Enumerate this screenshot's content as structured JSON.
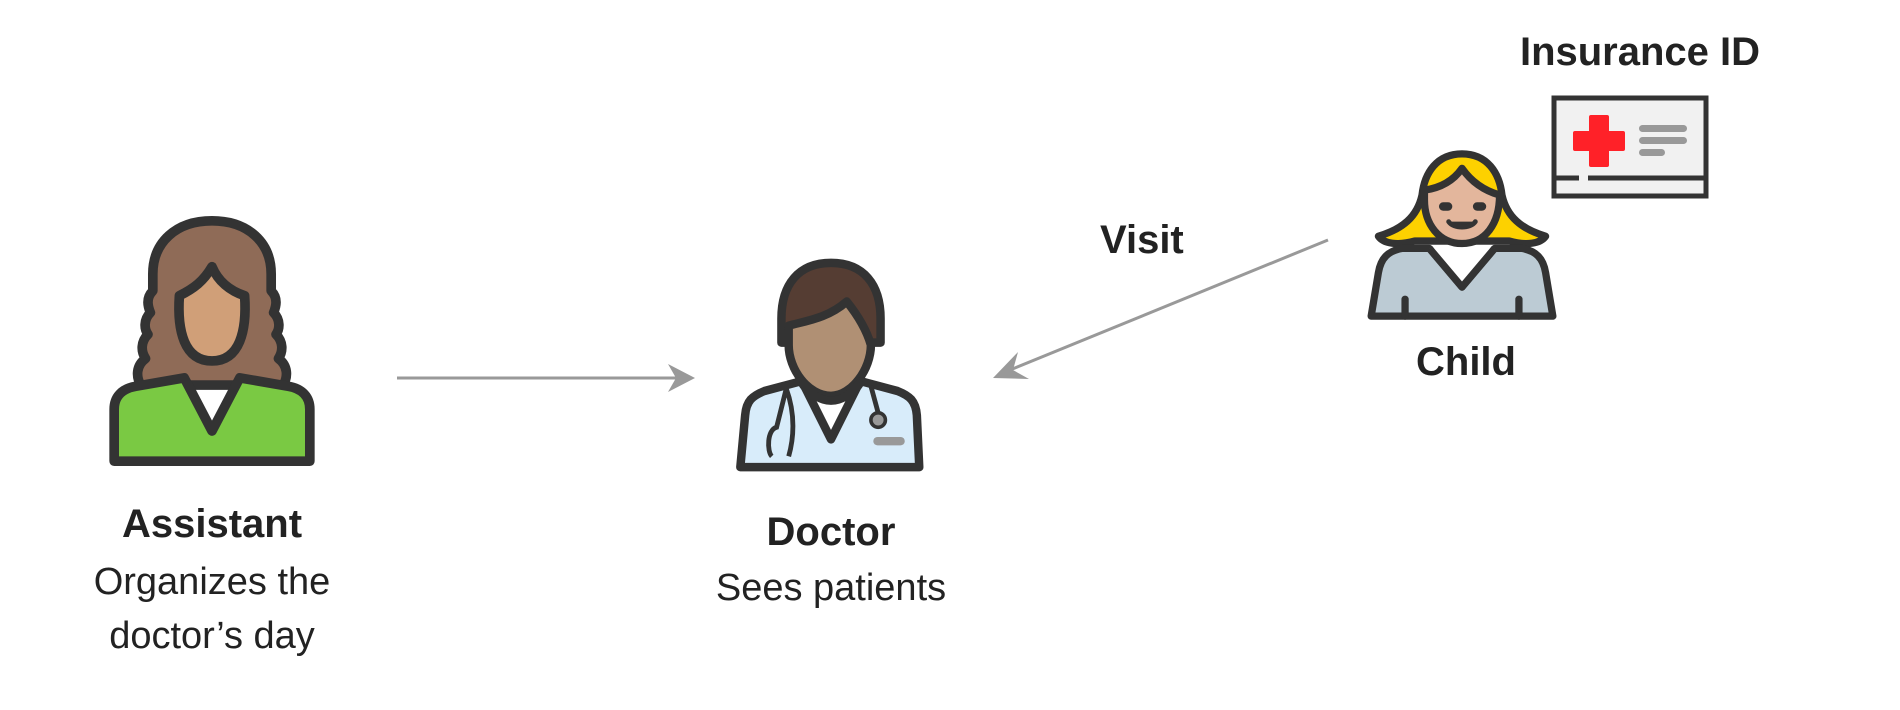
{
  "nodes": {
    "assistant": {
      "title": "Assistant",
      "subtitle_lines": [
        "Organizes the",
        "doctor’s day"
      ]
    },
    "doctor": {
      "title": "Doctor",
      "subtitle": "Sees patients"
    },
    "child": {
      "title": "Child"
    },
    "insurance": {
      "title": "Insurance ID"
    }
  },
  "edges": [
    {
      "from": "assistant",
      "to": "doctor",
      "label": ""
    },
    {
      "from": "child",
      "to": "doctor",
      "label": "Visit"
    }
  ],
  "colors": {
    "outline": "#333333",
    "arrow": "#999999",
    "assistant_shirt": "#7ac943",
    "assistant_hair": "#8f6b57",
    "doctor_coat": "#d8ecfa",
    "child_hair": "#fdd100",
    "child_shirt": "#bccbd4",
    "cross": "#ff2128"
  }
}
